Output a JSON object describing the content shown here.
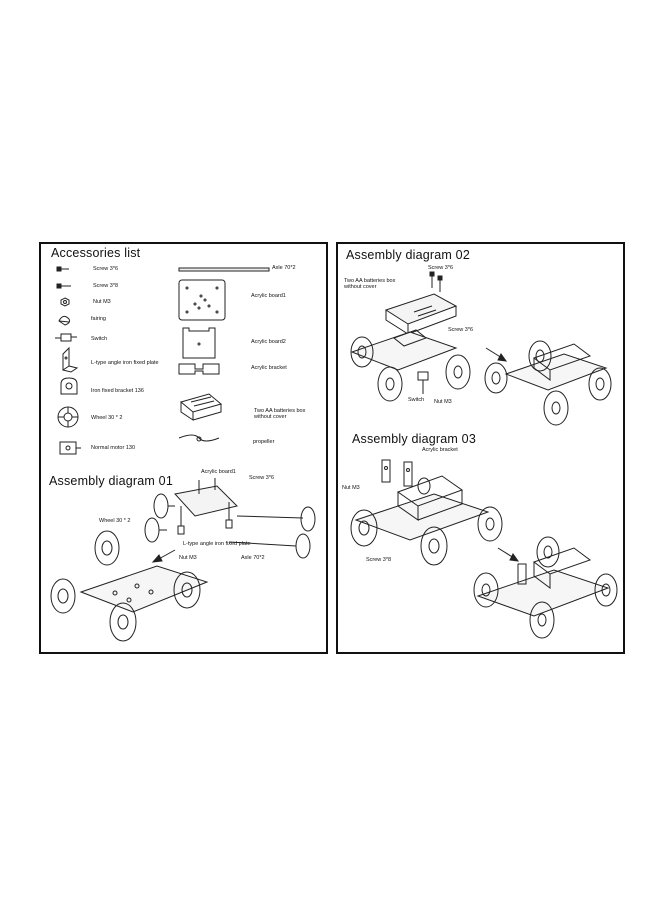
{
  "accessories": {
    "title": "Accessories list",
    "items": [
      {
        "label": "Screw 3*6"
      },
      {
        "label": "Screw 3*8"
      },
      {
        "label": "Nut M3"
      },
      {
        "label": "fairing"
      },
      {
        "label": "Switch"
      },
      {
        "label": "L-type angle iron fixed plate"
      },
      {
        "label": "Iron fixed bracket 136"
      },
      {
        "label": "Wheel 30 * 2"
      },
      {
        "label": "Normal motor 130"
      },
      {
        "label": "Axle 70*2"
      },
      {
        "label": "Acrylic board1"
      },
      {
        "label": "Acrylic board2"
      },
      {
        "label": "Acrylic bracket"
      },
      {
        "label": "Two AA batteries box without cover"
      },
      {
        "label": "propeller"
      }
    ]
  },
  "assembly01": {
    "title": "Assembly diagram 01",
    "labels": {
      "acrylic_board1": "Acrylic board1",
      "screw": "Screw 3*6",
      "wheel": "Wheel 30 * 2",
      "l_plate": "L-type angle iron fixed plate",
      "nut": "Nut M3",
      "axle": "Axle 70*2"
    }
  },
  "assembly02": {
    "title": "Assembly diagram 02",
    "labels": {
      "battery_box": "Two AA batteries box without cover",
      "screw1": "Screw 3*6",
      "screw2": "Screw 3*6",
      "switch": "Switch",
      "nut": "Nut M3"
    }
  },
  "assembly03": {
    "title": "Assembly diagram 03",
    "labels": {
      "bracket": "Acrylic bracket",
      "nut": "Nut M3",
      "screw": "Screw 3*8"
    }
  }
}
